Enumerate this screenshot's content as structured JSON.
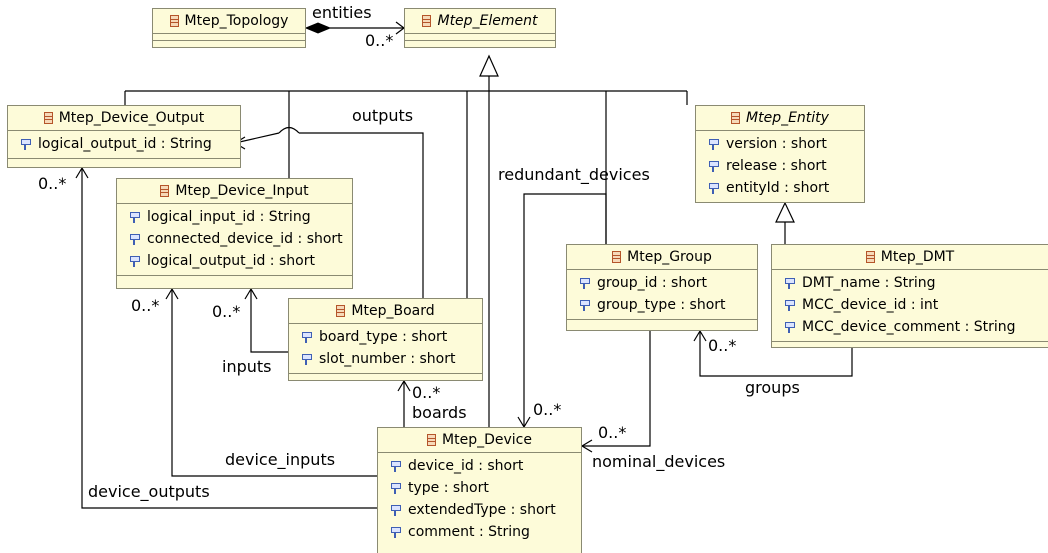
{
  "classes": {
    "topology": {
      "name": "Mtep_Topology",
      "attributes": []
    },
    "element": {
      "name": "Mtep_Element",
      "attributes": []
    },
    "device_output": {
      "name": "Mtep_Device_Output",
      "attributes": [
        "logical_output_id : String"
      ]
    },
    "device_input": {
      "name": "Mtep_Device_Input",
      "attributes": [
        "logical_input_id : String",
        "connected_device_id : short",
        "logical_output_id : short"
      ]
    },
    "board": {
      "name": "Mtep_Board",
      "attributes": [
        "board_type : short",
        "slot_number : short"
      ]
    },
    "entity": {
      "name": "Mtep_Entity",
      "attributes": [
        "version : short",
        "release : short",
        "entityId : short"
      ]
    },
    "group": {
      "name": "Mtep_Group",
      "attributes": [
        "group_id : short",
        "group_type : short"
      ]
    },
    "dmt": {
      "name": "Mtep_DMT",
      "attributes": [
        "DMT_name : String",
        "MCC_device_id : int",
        "MCC_device_comment : String"
      ]
    },
    "device": {
      "name": "Mtep_Device",
      "attributes": [
        "device_id : short",
        "type : short",
        "extendedType : short",
        "comment : String"
      ]
    }
  },
  "labels": {
    "entities": "entities",
    "entities_mult": "0..*",
    "outputs": "outputs",
    "redundant_devices": "redundant_devices",
    "output_mult": "0..*",
    "input_mult_left": "0..*",
    "input_mult_right": "0..*",
    "inputs": "inputs",
    "boards_mult": "0..*",
    "boards": "boards",
    "redundant_mult": "0..*",
    "nominal_mult": "0..*",
    "nominal_devices": "nominal_devices",
    "group_mult": "0..*",
    "groups": "groups",
    "device_inputs": "device_inputs",
    "device_outputs": "device_outputs"
  }
}
